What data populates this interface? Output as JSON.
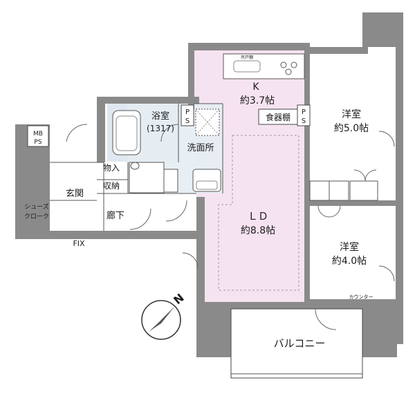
{
  "rooms": {
    "kitchen": {
      "name": "K",
      "size": "約3.7帖"
    },
    "ld": {
      "name": "ＬＤ",
      "size": "約8.8帖"
    },
    "western1": {
      "name": "洋室",
      "size": "約5.0帖"
    },
    "western2": {
      "name": "洋室",
      "size": "約4.0帖"
    },
    "bath": {
      "name": "浴室",
      "size": "(1317)"
    },
    "washroom": {
      "name": "洗面所"
    },
    "entrance": {
      "name": "玄関"
    },
    "hallway": {
      "name": "廊下"
    },
    "balcony": {
      "name": "バルコニー"
    }
  },
  "labels": {
    "storage1": "物入",
    "storage2": "収納",
    "shoe_cloak_1": "シューズ",
    "shoe_cloak_2": "クローク",
    "cupboard": "食器棚",
    "ps_left": "P",
    "ps_left2": "S",
    "ps_right": "P",
    "ps_right2": "S",
    "mb_1": "MB",
    "mb_2": "PS",
    "fix": "FIX",
    "counter": "カウンター",
    "hanging_cabinet": "吊戸棚",
    "north": "N"
  },
  "colors": {
    "ld_fill": "#f6e3f1",
    "wall": "#8a8a8a",
    "wet_area": "#dfe8f0"
  }
}
